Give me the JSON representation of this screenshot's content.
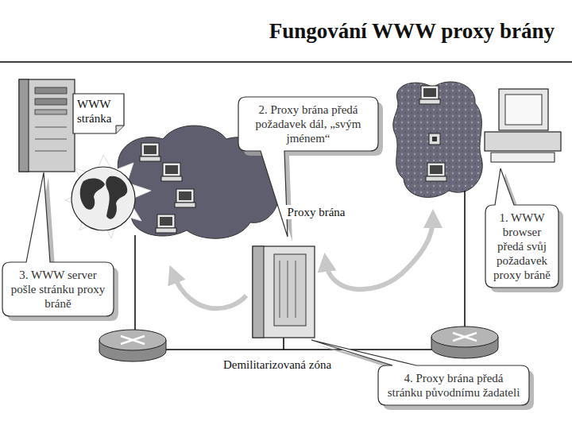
{
  "diagram": {
    "title": "Fungování WWW proxy brány",
    "nodes": [
      {
        "text": [
          "WWW stránka"
        ]
      },
      {
        "text": [
          "2. Proxy brána předá požadavek dál, „svým jménem“"
        ]
      },
      {
        "text": [
          "1. WWW browser předá svůj požadavek proxy bráně"
        ]
      },
      {
        "text": [
          "3. WWW server pošle stránku proxy bráně"
        ]
      },
      {
        "text": [
          "4. Proxy brána předá stránku původnímu žadateli"
        ]
      }
    ],
    "labels": [
      "Proxy brána",
      "Demilitarizovaná zóna"
    ]
  }
}
